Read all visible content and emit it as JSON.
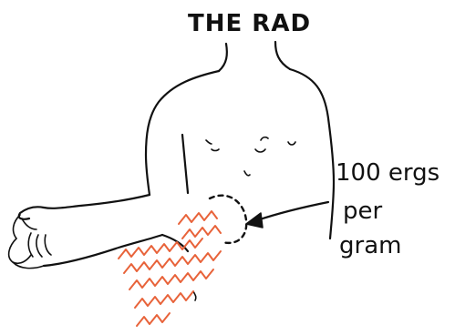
{
  "title": "THE RAD",
  "annotation": {
    "lines": [
      "100 ergs",
      "per",
      "gram"
    ]
  },
  "colors": {
    "ink": "#111111",
    "radiation": "#e8633a",
    "background": "#ffffff"
  },
  "icons": {
    "figure": "human-torso-with-outstretched-arm",
    "radiation": "wavy-radiation-lines",
    "pointer": "arrow-left"
  }
}
